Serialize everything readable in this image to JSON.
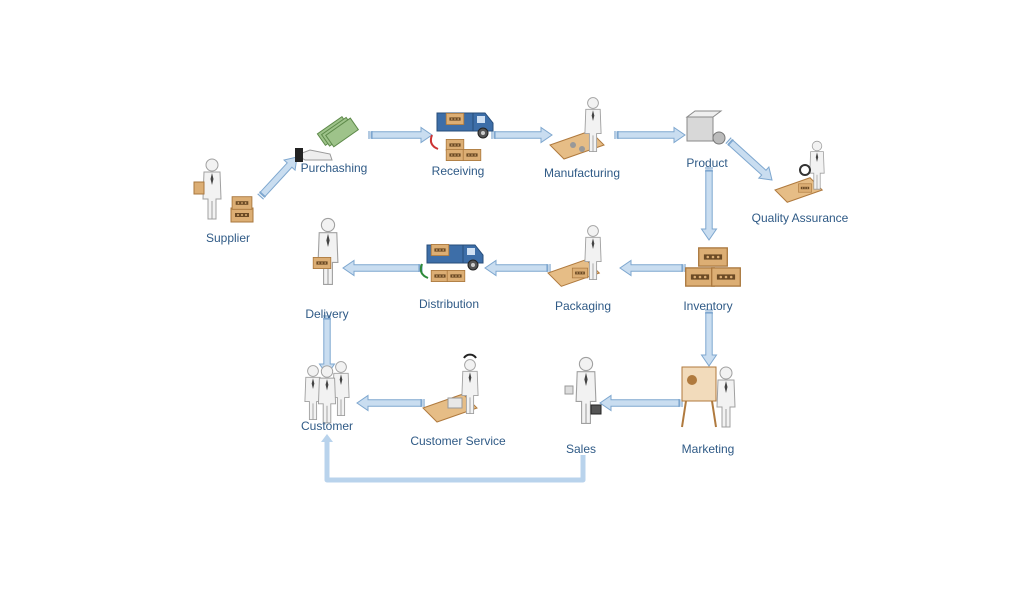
{
  "diagram": {
    "nodes": [
      {
        "id": "supplier",
        "label": "Supplier"
      },
      {
        "id": "purchashing",
        "label": "Purchashing"
      },
      {
        "id": "receiving",
        "label": "Receiving"
      },
      {
        "id": "manufacturing",
        "label": "Manufacturing"
      },
      {
        "id": "product",
        "label": "Product"
      },
      {
        "id": "quality-assurance",
        "label": "Quality Assurance"
      },
      {
        "id": "inventory",
        "label": "Inventory"
      },
      {
        "id": "packaging",
        "label": "Packaging"
      },
      {
        "id": "distribution",
        "label": "Distribution"
      },
      {
        "id": "delivery",
        "label": "Delivery"
      },
      {
        "id": "customer",
        "label": "Customer"
      },
      {
        "id": "customer-service",
        "label": "Customer Service"
      },
      {
        "id": "sales",
        "label": "Sales"
      },
      {
        "id": "marketing",
        "label": "Marketing"
      }
    ],
    "edges": [
      {
        "from": "supplier",
        "to": "purchashing"
      },
      {
        "from": "purchashing",
        "to": "receiving"
      },
      {
        "from": "receiving",
        "to": "manufacturing"
      },
      {
        "from": "manufacturing",
        "to": "product"
      },
      {
        "from": "product",
        "to": "quality-assurance"
      },
      {
        "from": "product",
        "to": "inventory"
      },
      {
        "from": "inventory",
        "to": "packaging"
      },
      {
        "from": "packaging",
        "to": "distribution"
      },
      {
        "from": "distribution",
        "to": "delivery"
      },
      {
        "from": "delivery",
        "to": "customer"
      },
      {
        "from": "inventory",
        "to": "marketing"
      },
      {
        "from": "marketing",
        "to": "sales"
      },
      {
        "from": "customer-service",
        "to": "customer"
      },
      {
        "from": "sales",
        "to": "customer"
      }
    ]
  },
  "colors": {
    "arrow_fill": "#c9ddf0",
    "arrow_stroke": "#7ea7cf",
    "label": "#2f5a86",
    "box": "#d9a66a",
    "box_dark": "#b07a3e",
    "truck": "#3e6ea8",
    "person": "#eeeeee",
    "person_stroke": "#9a9a9a",
    "money": "#8fb57a"
  },
  "icons": {
    "supplier": "supplier-with-boxes-icon",
    "purchashing": "hand-with-money-icon",
    "receiving": "truck-icon",
    "manufacturing": "worker-at-bench-icon",
    "product": "product-box-gear-icon",
    "quality-assurance": "inspector-magnifier-icon",
    "inventory": "stacked-boxes-icon",
    "packaging": "packer-icon",
    "distribution": "truck-icon",
    "delivery": "courier-icon",
    "customer": "customers-group-icon",
    "customer-service": "support-agent-icon",
    "sales": "salesperson-icon",
    "marketing": "presenter-board-icon"
  }
}
